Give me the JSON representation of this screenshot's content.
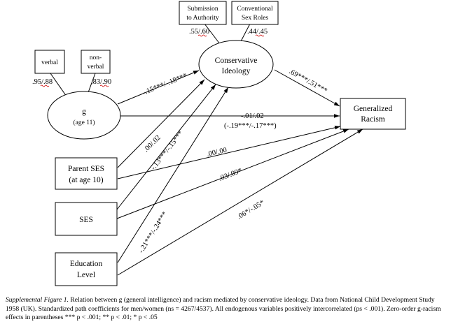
{
  "nodes": {
    "submission": {
      "lines": [
        "Submission",
        "to Authority"
      ]
    },
    "conventional": {
      "lines": [
        "Conventional",
        "Sex Roles"
      ]
    },
    "verbal": {
      "label": "verbal"
    },
    "nonverbal": {
      "lines": [
        "non-",
        "verbal"
      ]
    },
    "conservative": {
      "lines": [
        "Conservative",
        "Ideology"
      ]
    },
    "g": {
      "label": "g",
      "sub": "(age 11)"
    },
    "racism": {
      "lines": [
        "Generalized",
        "Racism"
      ]
    },
    "parent_ses": {
      "lines": [
        "Parent SES",
        "(at age 10)"
      ]
    },
    "ses": {
      "label": "SES"
    },
    "education": {
      "lines": [
        "Education",
        "Level"
      ]
    }
  },
  "loadings": {
    "submission": ".55/.60",
    "conventional": ".44/.45",
    "verbal": ".95/.88",
    "nonverbal": ".83/.90"
  },
  "paths": {
    "g_conservative": "-.15***/-.18***",
    "conservative_racism": ".69***/.51***",
    "g_racism": "-.01/.02",
    "g_racism_zero_order": "(-.19***/-.17***)",
    "parent_conservative": ".00/.02",
    "ses_conservative": "-.13***/-.15***",
    "parent_racism": ".00/.00",
    "ses_racism": ".03/.09*",
    "edu_conservative": "-.21***/-.24***",
    "edu_racism": ".06*/-.05*"
  },
  "caption": {
    "figure_label": "Supplemental Figure 1.",
    "text": " Relation between g (general intelligence) and racism mediated by conservative ideology. Data from National Child Development Study 1958 (UK). Standardized path coefficients for men/women (ns = 4267/4537). All endogenous variables positively intercorrelated (ps < .001). Zero-order g-racism effects in parentheses *** p < .001; ** p < .01; * p < .05"
  },
  "colors": {
    "stroke": "#000000",
    "squiggle": "#cc0000"
  }
}
